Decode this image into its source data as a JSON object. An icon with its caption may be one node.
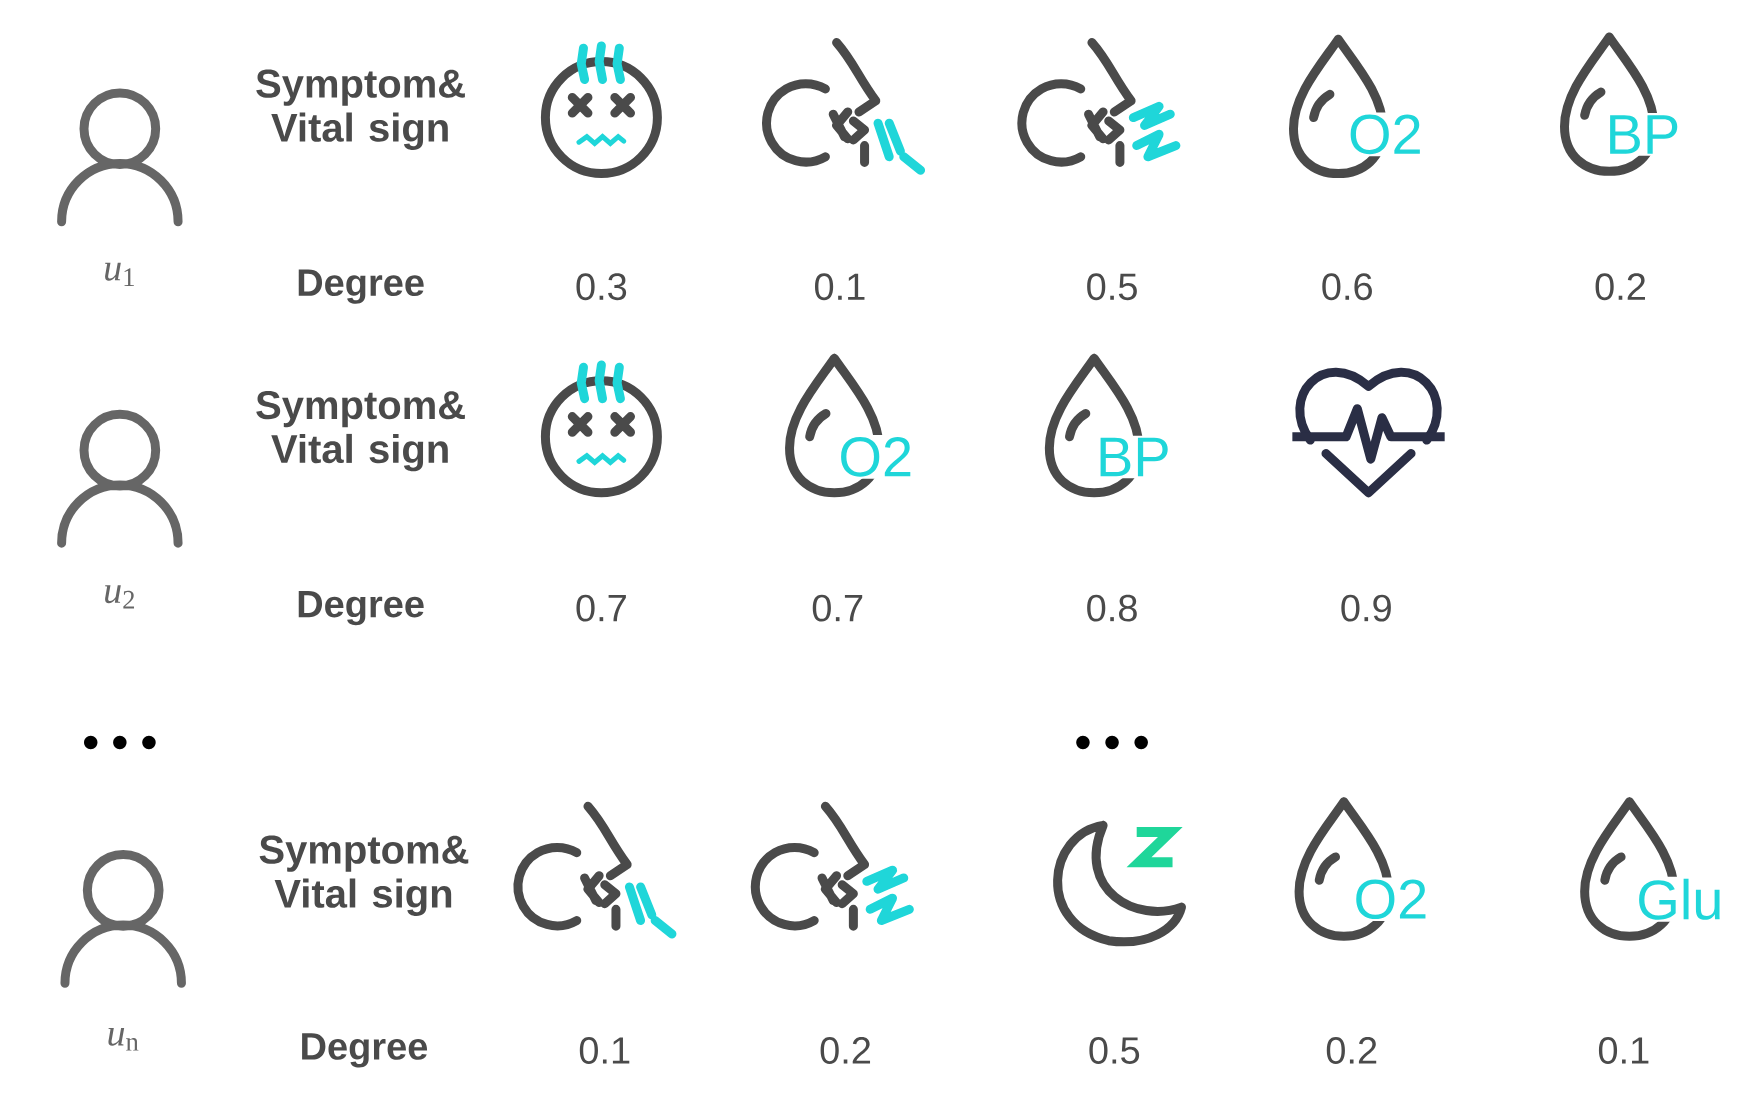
{
  "diagram": {
    "labels": [
      "Symptom& Vital sign",
      "O2",
      "BP",
      "*u*$_{1}$",
      "Degree",
      "0.3",
      "0.1",
      "0.5",
      "0.6",
      "0.2",
      "Symptom& Vital sign",
      "O2",
      "BP",
      "*u*$_{2}$",
      "Degree",
      "0.7",
      "0.7",
      "0.8",
      "0.9",
      "Symptom& Vital sign",
      "O2",
      "Glu",
      "*u*$_{n}$",
      "Degree",
      "0.1",
      "0.2",
      "0.5",
      "0.2",
      "0.1"
    ]
  }
}
